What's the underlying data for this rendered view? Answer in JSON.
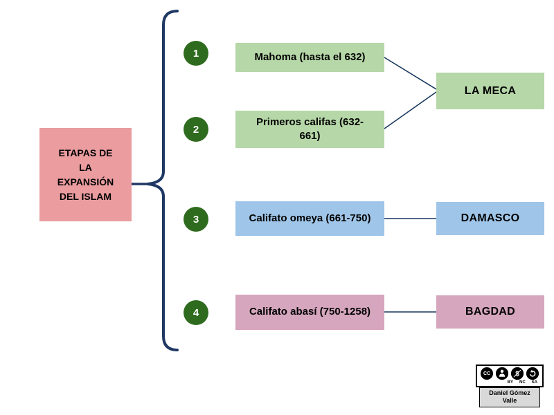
{
  "title_box": {
    "label": "ETAPAS DE LA EXPANSIÓN DEL ISLAM"
  },
  "stages": [
    {
      "number": "1",
      "label": "Mahoma (hasta el 632)"
    },
    {
      "number": "2",
      "label": "Primeros califas (632-661)"
    },
    {
      "number": "3",
      "label": "Califato omeya (661-750)"
    },
    {
      "number": "4",
      "label": "Califato abasí (750-1258)"
    }
  ],
  "destinations": [
    {
      "label": "LA MECA"
    },
    {
      "label": "DAMASCO"
    },
    {
      "label": "BAGDAD"
    }
  ],
  "credit": {
    "cc_label": "CC",
    "license_by": "BY",
    "license_nc": "NC",
    "license_sa": "SA",
    "author": "Daniel Gómez Valle"
  },
  "colors": {
    "title_pink": "#ea9c9f",
    "stage_green": "#b6d7a8",
    "stage_blue": "#9fc5e8",
    "stage_pink": "#d5a6bd",
    "circle_green": "#2e6b1e",
    "line_navy": "#17365d",
    "brace_navy": "#1f3864"
  }
}
